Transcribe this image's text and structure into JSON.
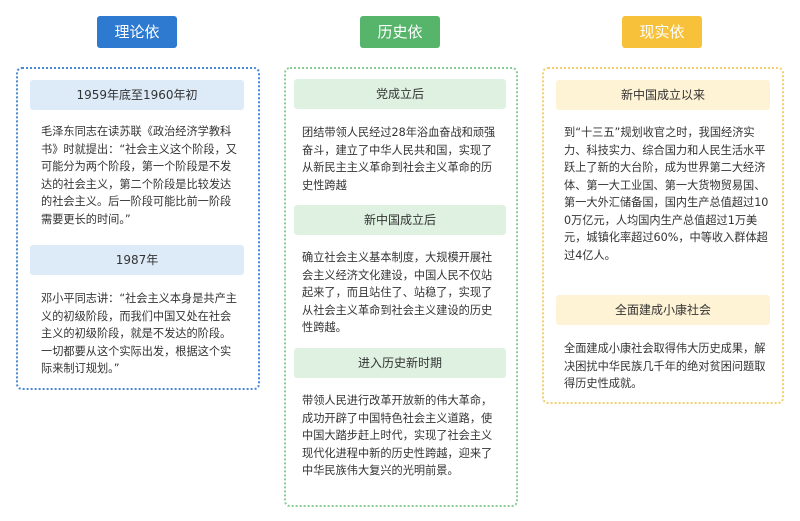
{
  "colors": {
    "blue": "#2E7AD1",
    "green": "#57B56B",
    "yellow": "#F7C13A",
    "blue_light": "#DDEAF8",
    "green_light": "#DFF2E2",
    "yellow_light": "#FFF3D5",
    "blue_border": "#4A8AD4",
    "green_border": "#8ACC96",
    "yellow_border": "#F3CF6F"
  },
  "columns": [
    {
      "title": "理论依据",
      "sections": [
        {
          "heading": "1959年底至1960年初",
          "text": "毛泽东同志在读苏联《政治经济学教科书》时就提出：“社会主义这个阶段，又可能分为两个阶段，第一个阶段是不发达的社会主义，第二个阶段是比较发达的社会主义。后一阶段可能比前一阶段需要更长的时间。”"
        },
        {
          "heading": "1987年",
          "text": "邓小平同志讲：“社会主义本身是共产主义的初级阶段，而我们中国又处在社会主义的初级阶段，就是不发达的阶段。一切都要从这个实际出发，根据这个实际来制订规划。”"
        }
      ]
    },
    {
      "title": "历史依据",
      "sections": [
        {
          "heading": "党成立后",
          "text": "团结带领人民经过28年浴血奋战和顽强奋斗，建立了中华人民共和国，实现了从新民主主义革命到社会主义革命的历史性跨越"
        },
        {
          "heading": "新中国成立后",
          "text": "确立社会主义基本制度，大规模开展社会主义经济文化建设，中国人民不仅站起来了，而且站住了、站稳了，实现了从社会主义革命到社会主义建设的历史性跨越。"
        },
        {
          "heading": "进入历史新时期",
          "text": "带领人民进行改革开放新的伟大革命，成功开辟了中国特色社会主义道路，使中国大踏步赶上时代，实现了社会主义现代化进程中新的历史性跨越，迎来了中华民族伟大复兴的光明前景。"
        }
      ]
    },
    {
      "title": "现实依据",
      "sections": [
        {
          "heading": "新中国成立以来",
          "text": "到“十三五”规划收官之时，我国经济实力、科技实力、综合国力和人民生活水平跃上了新的大台阶，成为世界第二大经济体、第一大工业国、第一大货物贸易国、第一大外汇储备国，国内生产总值超过100万亿元，人均国内生产总值超过1万美元，城镇化率超过60%，中等收入群体超过4亿人。"
        },
        {
          "heading": "全面建成小康社会",
          "text": "全面建成小康社会取得伟大历史成果，解决困扰中华民族几千年的绝对贫困问题取得历史性成就。"
        }
      ]
    }
  ]
}
